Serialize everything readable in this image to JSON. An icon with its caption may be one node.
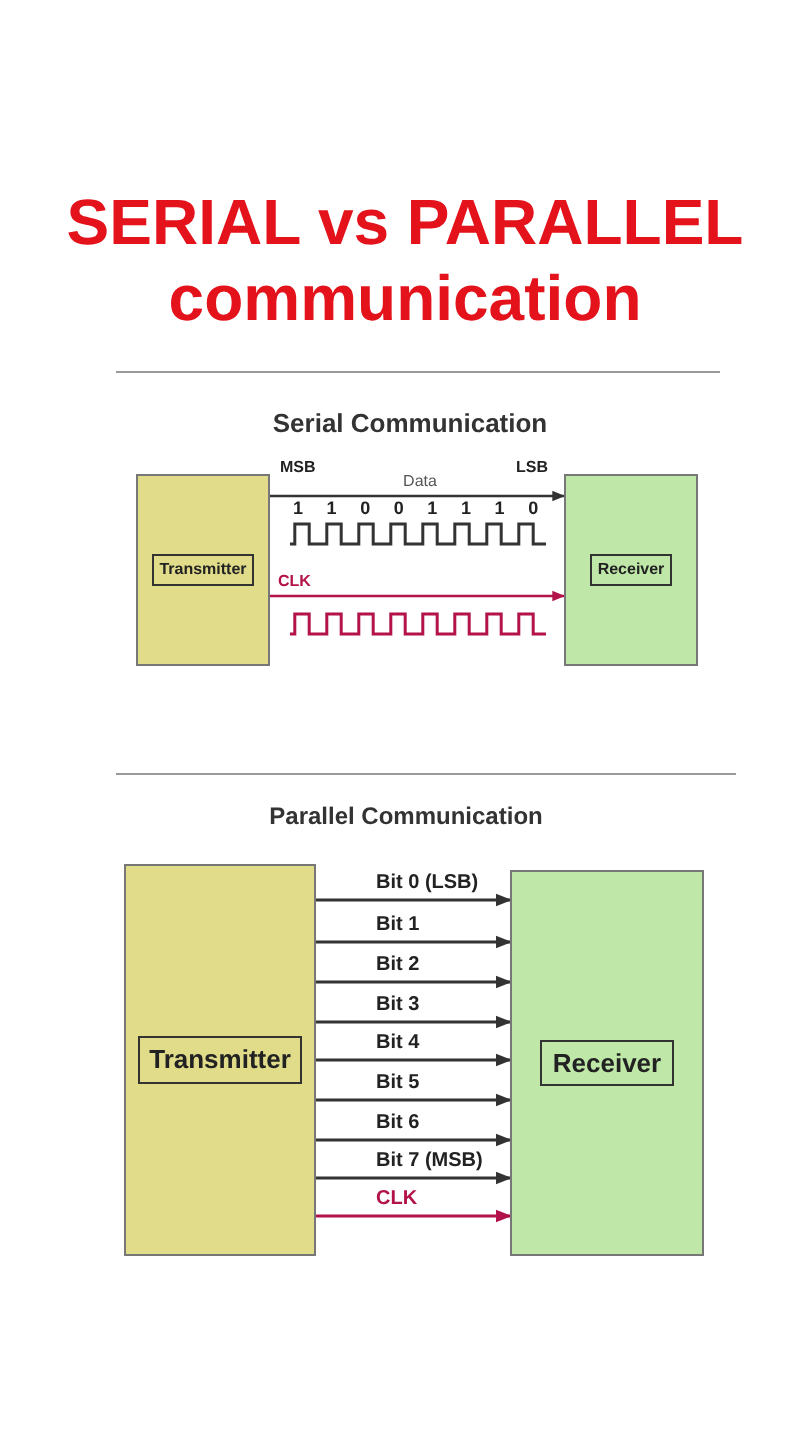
{
  "diagram": {
    "title": "SERIAL vs PARALLEL communication",
    "nodes": [
      {
        "text": [
          "Transmitter"
        ]
      },
      {
        "text": [
          "Receiver"
        ]
      },
      {
        "text": [
          "Transmitter"
        ]
      },
      {
        "text": [
          "Receiver"
        ]
      }
    ],
    "edges": [
      {
        "from": 0,
        "to": 1,
        "arrow": "to",
        "label": "Data"
      },
      {
        "from": 0,
        "to": 1,
        "arrow": "to",
        "label": "CLK",
        "color": "#b3134a"
      },
      {
        "from": 2,
        "to": 3,
        "arrow": "to",
        "label": "Bit 0 (LSB)"
      },
      {
        "from": 2,
        "to": 3,
        "arrow": "to",
        "label": "Bit 1"
      },
      {
        "from": 2,
        "to": 3,
        "arrow": "to",
        "label": "Bit 2"
      },
      {
        "from": 2,
        "to": 3,
        "arrow": "to",
        "label": "Bit 3"
      },
      {
        "from": 2,
        "to": 3,
        "arrow": "to",
        "label": "Bit 4"
      },
      {
        "from": 2,
        "to": 3,
        "arrow": "to",
        "label": "Bit 5"
      },
      {
        "from": 2,
        "to": 3,
        "arrow": "to",
        "label": "Bit 6"
      },
      {
        "from": 2,
        "to": 3,
        "arrow": "to",
        "label": "Bit 7 (MSB)"
      },
      {
        "from": 2,
        "to": 3,
        "arrow": "to",
        "label": "CLK",
        "color": "#b3134a"
      }
    ],
    "labels": [
      "Serial Communication",
      "MSB",
      "LSB",
      "1",
      "1",
      "0",
      "0",
      "1",
      "1",
      "1",
      "0",
      "Parallel Communication"
    ]
  }
}
